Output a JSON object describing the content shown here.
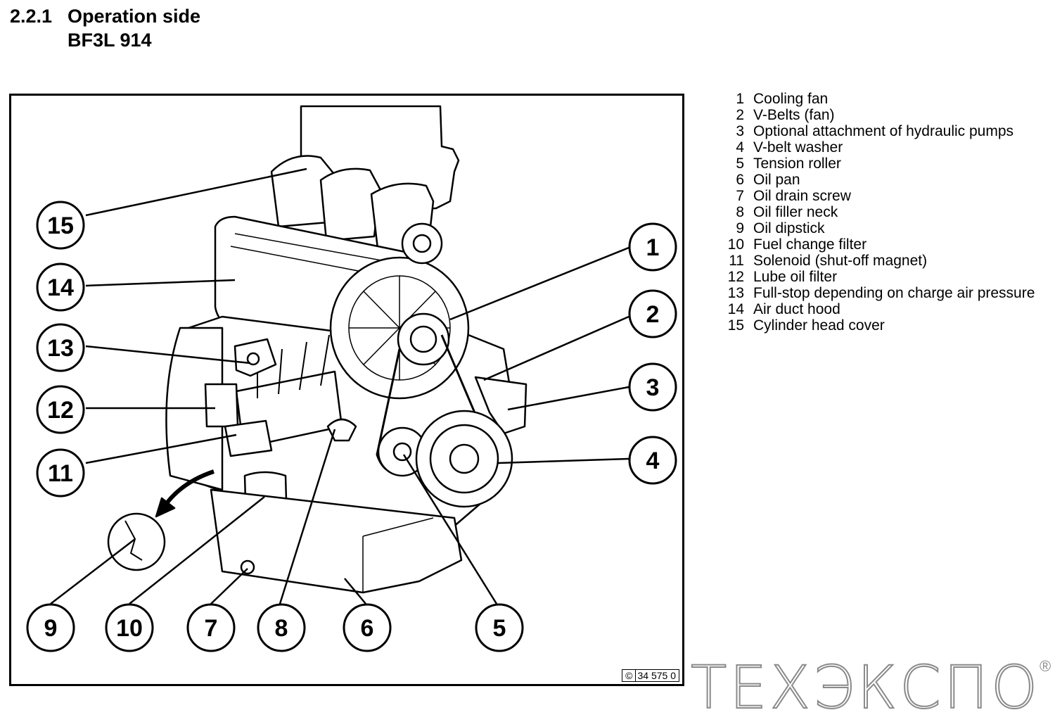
{
  "header": {
    "section_number": "2.2.1",
    "title": "Operation side",
    "model": "BF3L 914"
  },
  "legend": [
    {
      "number": "1",
      "label": "Cooling fan"
    },
    {
      "number": "2",
      "label": "V-Belts  (fan)"
    },
    {
      "number": "3",
      "label": "Optional  attachment  of  hydraulic  pumps"
    },
    {
      "number": "4",
      "label": "V-belt  washer"
    },
    {
      "number": "5",
      "label": "Tension  roller"
    },
    {
      "number": "6",
      "label": "Oil pan"
    },
    {
      "number": "7",
      "label": "Oil  drain  screw"
    },
    {
      "number": "8",
      "label": "Oil filler neck"
    },
    {
      "number": "9",
      "label": "Oil dipstick"
    },
    {
      "number": "10",
      "label": "Fuel change filter"
    },
    {
      "number": "11",
      "label": "Solenoid  (shut-off  magnet)"
    },
    {
      "number": "12",
      "label": "Lube oil filter"
    },
    {
      "number": "13",
      "label": "Full-stop depending on charge air pressure"
    },
    {
      "number": "14",
      "label": "Air duct hood"
    },
    {
      "number": "15",
      "label": "Cylinder head cover"
    }
  ],
  "callouts": {
    "c1": "1",
    "c2": "2",
    "c3": "3",
    "c4": "4",
    "c5": "5",
    "c6": "6",
    "c7": "7",
    "c8": "8",
    "c9": "9",
    "c10": "10",
    "c11": "11",
    "c12": "12",
    "c13": "13",
    "c14": "14",
    "c15": "15"
  },
  "copyright": {
    "symbol": "©",
    "drawing_number": "34 575  0"
  },
  "watermark": {
    "text": "ТЕХЭКСПО",
    "registered": "®"
  }
}
